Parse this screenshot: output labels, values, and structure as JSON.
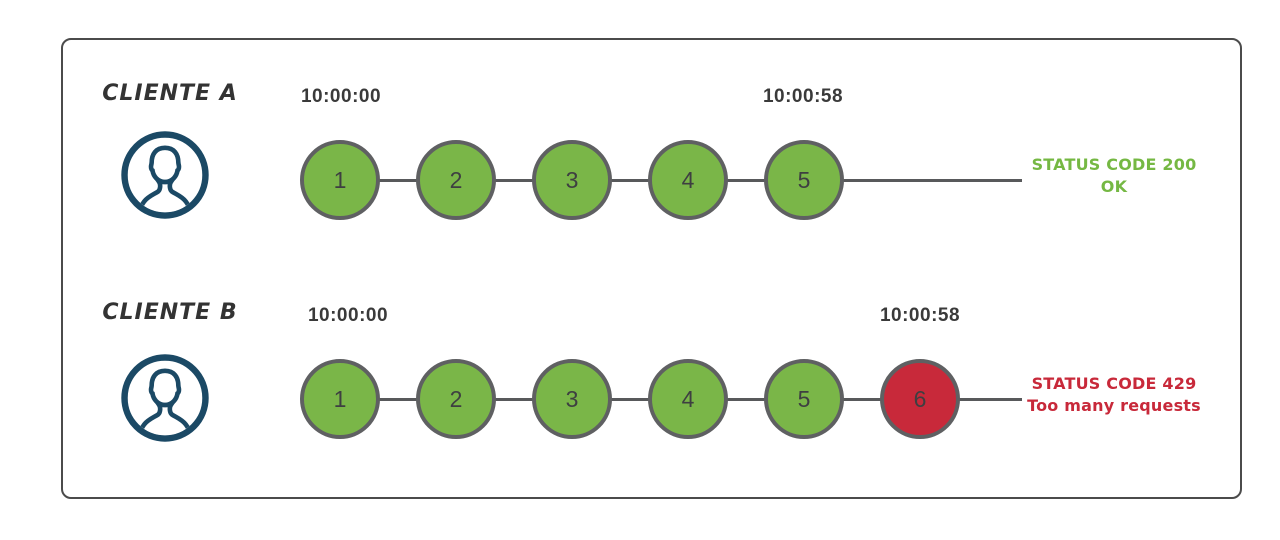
{
  "palette": {
    "request_ok_green": "#7ab648",
    "request_limited_red": "#c8293a",
    "status_ok_green": "#75b843",
    "status_error_red": "#c8293a",
    "avatar_navy": "#1b4965",
    "line_gray": "#58595b",
    "node_border_gray": "#5f6062",
    "frame_border": "#4b4b4b",
    "text_dark": "#3a3a3a"
  },
  "rows": [
    {
      "client_label": "CLIENTE A",
      "start_time": "10:00:00",
      "end_time": "10:00:58",
      "requests": [
        {
          "label": "1",
          "status": "ok"
        },
        {
          "label": "2",
          "status": "ok"
        },
        {
          "label": "3",
          "status": "ok"
        },
        {
          "label": "4",
          "status": "ok"
        },
        {
          "label": "5",
          "status": "ok"
        }
      ],
      "status": {
        "line1": "STATUS CODE 200",
        "line2": "OK",
        "state": "success"
      }
    },
    {
      "client_label": "CLIENTE B",
      "start_time": "10:00:00",
      "end_time": "10:00:58",
      "requests": [
        {
          "label": "1",
          "status": "ok"
        },
        {
          "label": "2",
          "status": "ok"
        },
        {
          "label": "3",
          "status": "ok"
        },
        {
          "label": "4",
          "status": "ok"
        },
        {
          "label": "5",
          "status": "ok"
        },
        {
          "label": "6",
          "status": "rate_limited"
        }
      ],
      "status": {
        "line1": "STATUS CODE 429",
        "line2": "Too many requests",
        "state": "error"
      }
    }
  ],
  "icons": {
    "client_a_avatar": "user-avatar-icon",
    "client_b_avatar": "user-avatar-icon"
  }
}
